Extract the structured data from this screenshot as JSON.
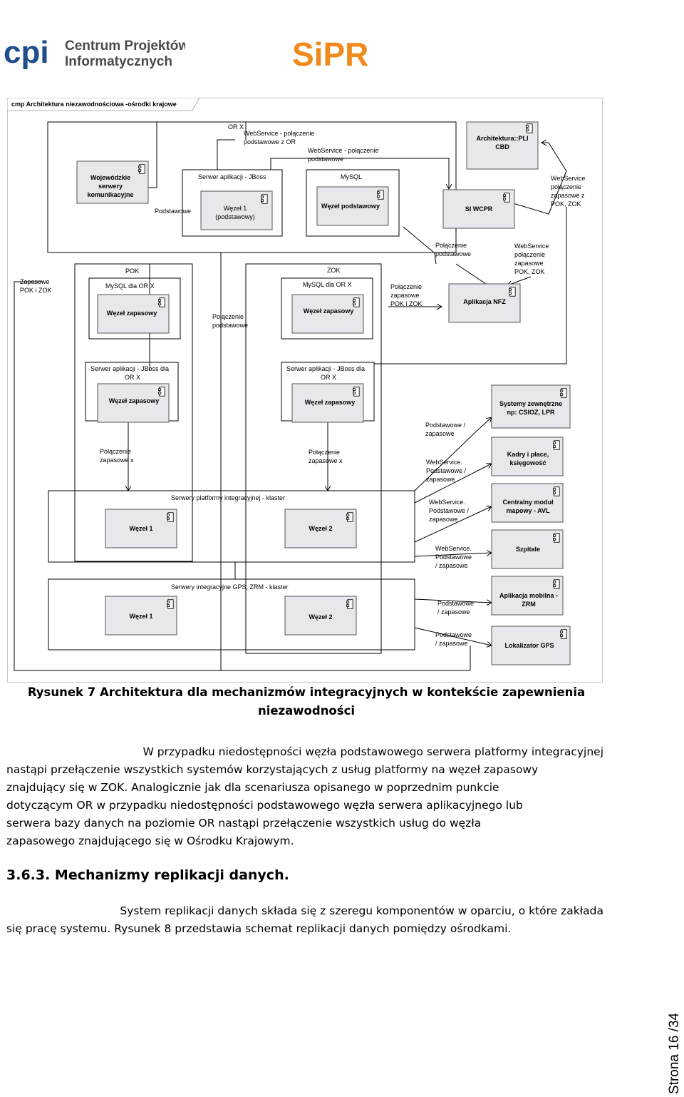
{
  "logos": {
    "cpi_mark": "cpi",
    "cpi_line1": "Centrum Projektów",
    "cpi_line2": "Informatycznych",
    "sipr": "SiPR"
  },
  "diagram": {
    "title": "cmp Architektura niezawodnościowa -ośrodki krajowe",
    "components": {
      "woj_line1": "Wojewódzkie",
      "woj_line2": "serwery",
      "woj_line3": "komunikacyjne",
      "wezel1_podst_line1": "Węzeł 1",
      "wezel1_podst_line2": "(podstawowy)",
      "wezel_podstawowy": "Węzeł podstawowy",
      "pli_line1": "Architektura::PLI",
      "pli_line2": "CBD",
      "si_wcpr": "SI WCPR",
      "wezel_zapasowy": "Węzeł zapasowy",
      "aplikacja_nfz": "Aplikacja NFZ",
      "systemy_line1": "Systemy zewnętrzne",
      "systemy_line2": "np: CSIOZ, LPR",
      "kadry_line1": "Kadry i płace,",
      "kadry_line2": "księgowość",
      "modul_line1": "Centralny moduł",
      "modul_line2": "mapowy - AVL",
      "szpitale": "Szpitale",
      "mobilna_line1": "Aplikacja mobilna -",
      "mobilna_line2": "ZRM",
      "lokalizator": "Lokalizator GPS",
      "wezel1": "Węzeł 1",
      "wezel2": "Węzeł 2"
    },
    "groups": {
      "or_x": "OR X",
      "serwer_jboss": "Serwer aplikacji - JBoss",
      "mysql": "MySQL",
      "pok": "POK",
      "zok": "ZOK",
      "mysql_or_x": "MySQL dla OR X",
      "jboss_or_x_line1": "Serwer aplikacji - JBoss dla",
      "jboss_or_x_line2": "OR X",
      "klaster1": "Serwery platformy integracyjnej - klaster",
      "klaster2": "Serwery integracyjne GPS, ZRM - klaster"
    },
    "labels": {
      "ws_podst_or_1": "WebService - połączenie",
      "ws_podst_or_2": "podstawowe z OR",
      "ws_podst_1": "WebService - połączenie",
      "ws_podst_2": "podstawowe",
      "podstawowe": "Podstawowe",
      "ws_zap_1": "WebService",
      "ws_zap_2": "połączenie",
      "ws_zap_3": "zapasowe z",
      "ws_zap_4": "POK, ZOK",
      "zapasowe_1": "Zapasowe",
      "zapasowe_2": "POK i ZOK",
      "polaczenie": "Połączenie",
      "podstawowe_lc": "podstawowe",
      "zapasowe_lc": "zapasowe",
      "pok_i_zok": "POK i ZOK",
      "ws_nfz_1": "WebService",
      "ws_nfz_2": "połączenie",
      "ws_nfz_3": "zapasowe",
      "ws_nfz_4": "POK, ZOK",
      "pol_zap_x_1": "Połączenie",
      "pol_zap_x_2": "zapasowe x",
      "podst_zap_1": "Podstawowe /",
      "podst_zap_2": "zapasowe",
      "webservice_dot": "WebService.",
      "podstawowe_slash": "Podstawowe /",
      "slash_zapasowe": "/ zapasowe"
    }
  },
  "caption_line1": "Rysunek 7 Architektura dla mechanizmów integracyjnych w kontekście zapewnienia",
  "caption_line2": "niezawodności",
  "paragraph1": {
    "line1": "W przypadku niedostępności węzła podstawowego serwera platformy integracyjnej",
    "line2": "nastąpi przełączenie wszystkich systemów korzystających z usług platformy na węzeł zapasowy",
    "line3": "znajdujący się w ZOK. Analogicznie jak dla scenariusza opisanego w poprzednim punkcie",
    "line4": "dotyczącym OR w przypadku niedostępności podstawowego węzła serwera aplikacyjnego lub",
    "line5": "serwera bazy danych na poziomie OR nastąpi przełączenie wszystkich usług do węzła",
    "line6": "zapasowego znajdującego się w Ośrodku Krajowym."
  },
  "heading": "3.6.3. Mechanizmy replikacji danych.",
  "paragraph2": {
    "line1": "System replikacji danych składa się z szeregu komponentów w oparciu, o które zakłada",
    "line2": "się pracę systemu. Rysunek 8 przedstawia schemat replikacji danych pomiędzy ośrodkami."
  },
  "page_number": "Strona 16 /34",
  "colors": {
    "component_fill": "#e8e8ec",
    "cpi_blue": "#1f4e8c",
    "sipr_orange": "#f08a1c",
    "sipr_red": "#c8102e"
  }
}
